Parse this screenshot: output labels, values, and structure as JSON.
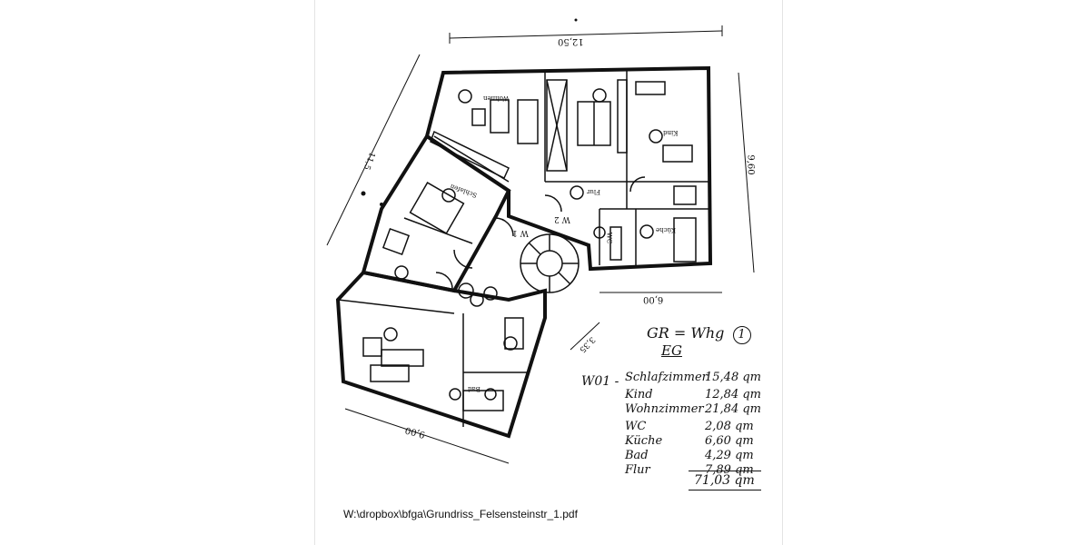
{
  "document": {
    "file_path": "W:\\dropbox\\bfga\\Grundriss_Felsensteinstr_1.pdf",
    "plan": {
      "heading": "GR = Whg",
      "unit_number": "1",
      "floor": "EG",
      "apartment_prefix": "W01 -",
      "rooms": [
        {
          "name": "Schlafzimmer",
          "area": "15,48 qm"
        },
        {
          "name": "Kind",
          "area": "12,84 qm"
        },
        {
          "name": "Wohnzimmer",
          "area": "21,84 qm"
        },
        {
          "name": "WC",
          "area": "2,08 qm"
        },
        {
          "name": "Küche",
          "area": "6,60 qm"
        },
        {
          "name": "Bad",
          "area": "4,29 qm"
        },
        {
          "name": "Flur",
          "area": "7,89 qm"
        }
      ],
      "total": "71,03 qm",
      "dimensions": [
        "12,50",
        "9,60",
        "6,00",
        "3,35",
        "9,00",
        "11,5"
      ],
      "drawing_room_labels": [
        "Wohnen",
        "Schlafen",
        "Kind",
        "Bad",
        "Küche",
        "Flur",
        "WC",
        "W 1",
        "W 2"
      ]
    }
  }
}
